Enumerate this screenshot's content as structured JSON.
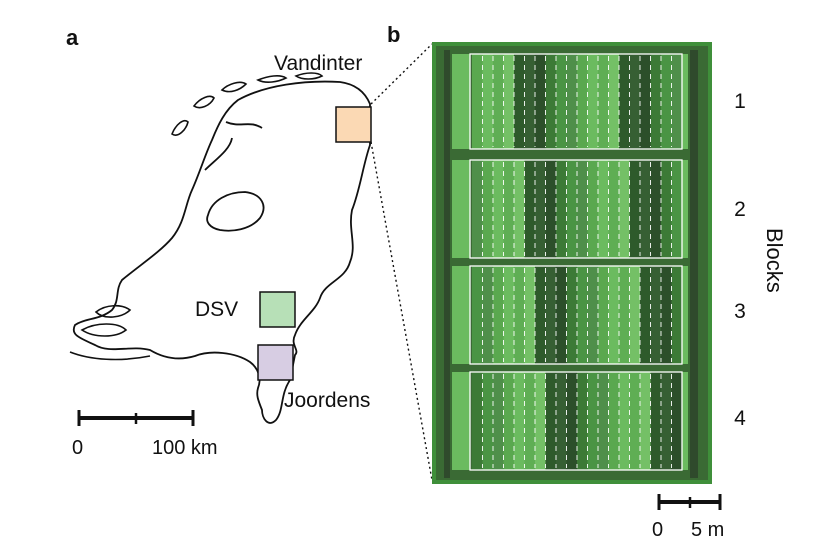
{
  "panels": {
    "a": "a",
    "b": "b"
  },
  "sites": [
    {
      "name": "Vandinter",
      "color": "#fbd9b4"
    },
    {
      "name": "DSV",
      "color": "#b7e0b7"
    },
    {
      "name": "Joordens",
      "color": "#d7cde3"
    }
  ],
  "map_scale": {
    "zero": "0",
    "value": "100 km"
  },
  "field_scale": {
    "zero": "0",
    "value": "5 m"
  },
  "blocks": {
    "label": "Blocks",
    "numbers": [
      "1",
      "2",
      "3",
      "4"
    ]
  },
  "colors": {
    "field_dark": "#2f4a2c",
    "field_green": "#3f8f3a",
    "field_light": "#66b85a",
    "outline": "#ffffff"
  }
}
